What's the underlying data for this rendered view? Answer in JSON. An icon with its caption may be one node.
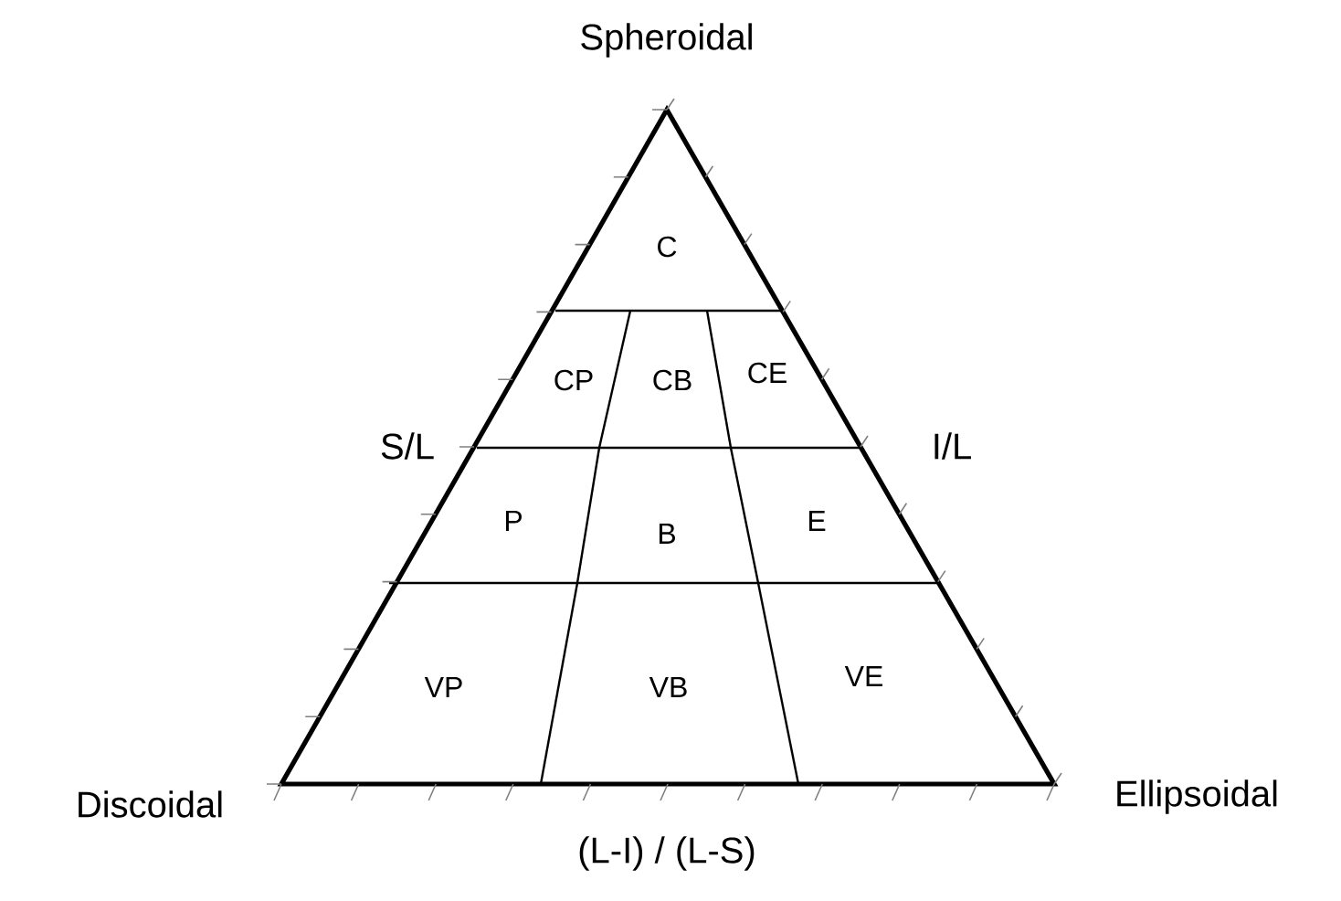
{
  "diagram": {
    "labels": [
      "Spheroidal",
      "C",
      "CP",
      "CB",
      "CE",
      "S/L",
      "I/L",
      "P",
      "B",
      "E",
      "VP",
      "VB",
      "VE",
      "Discoidal",
      "Ellipsoidal",
      "(L-I) / (L-S)"
    ]
  }
}
